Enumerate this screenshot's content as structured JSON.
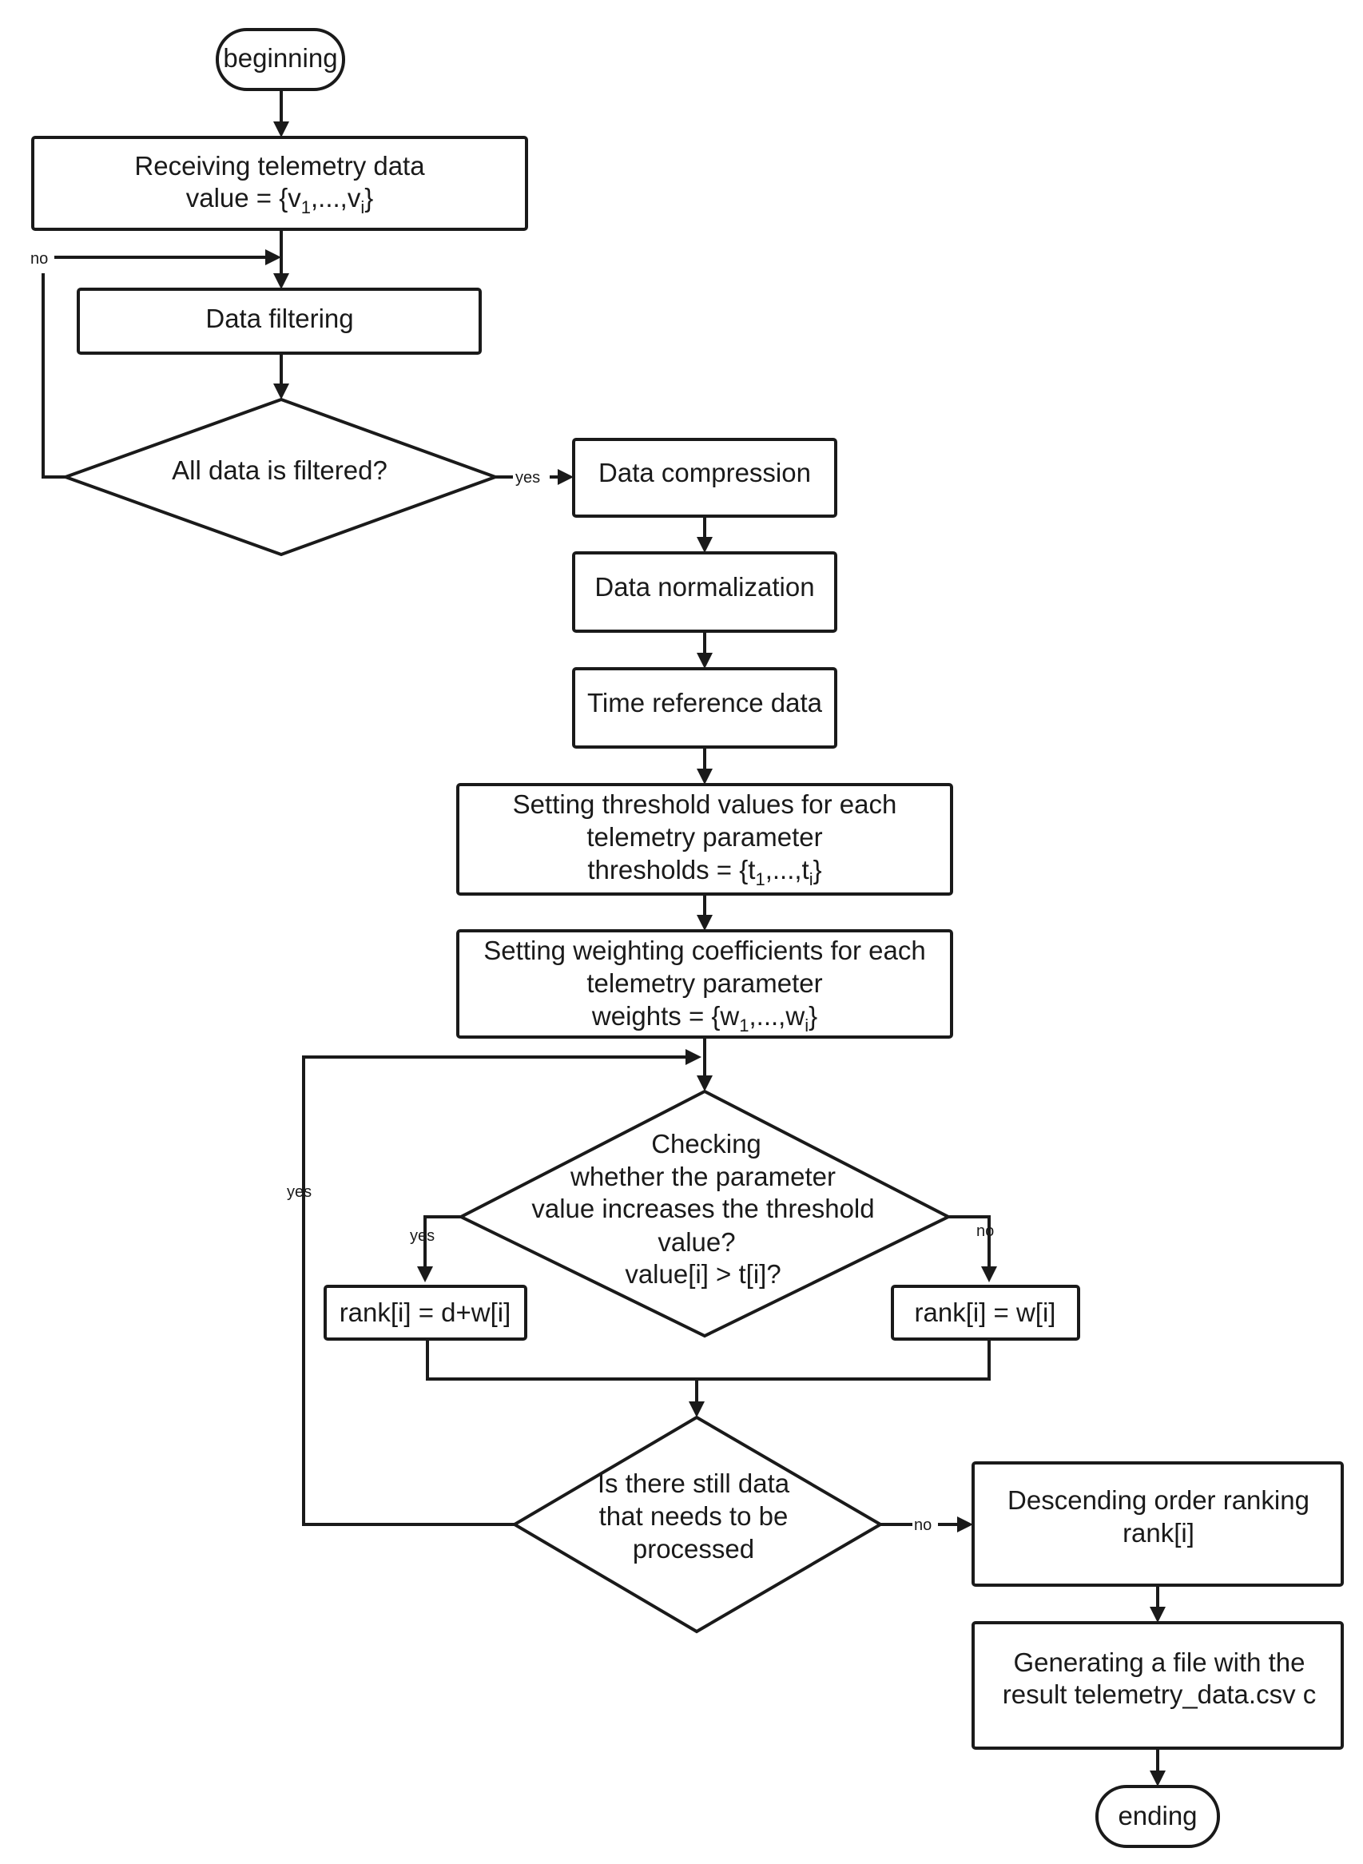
{
  "nodes": {
    "beginning": {
      "text": "beginning"
    },
    "receiving": {
      "line1": "Receiving telemetry data",
      "line2_prefix": "value = {v",
      "sub_a": "1",
      "mid": ",...,v",
      "sub_b": "i",
      "suffix": "}"
    },
    "filtering": {
      "text": "Data filtering"
    },
    "filtered_decision": {
      "text": "All data is filtered?"
    },
    "compression": {
      "text": "Data compression"
    },
    "normalization": {
      "text": "Data normalization"
    },
    "time_reference": {
      "text": "Time reference data"
    },
    "thresholds": {
      "line1": "Setting threshold values for each",
      "line2": "telemetry parameter",
      "line3_prefix": "thresholds = {t",
      "sub_a": "1",
      "mid": ",...,t",
      "sub_b": "i",
      "suffix": "}"
    },
    "weights": {
      "line1": "Setting weighting coefficients for each",
      "line2": "telemetry parameter",
      "line3_prefix": "weights = {w",
      "sub_a": "1",
      "mid": ",...,w",
      "sub_b": "i",
      "suffix": "}"
    },
    "check_decision": {
      "line1": "Checking",
      "line2": "whether the parameter",
      "line3": "value increases the threshold",
      "line4": "value?",
      "line5": "value[i] > t[i]?"
    },
    "rank_yes": {
      "text": "rank[i] = d+w[i]"
    },
    "rank_no": {
      "text": "rank[i] = w[i]"
    },
    "remaining_decision": {
      "line1": "Is there still data",
      "line2": "that needs to be",
      "line3": "processed"
    },
    "ranking": {
      "line1": "Descending order ranking",
      "line2": "rank[i]"
    },
    "file": {
      "line1": "Generating a file with the",
      "line2": "result telemetry_data.csv c"
    },
    "ending": {
      "text": "ending"
    }
  },
  "edge_labels": {
    "filter_no": "no",
    "filter_yes": "yes",
    "check_yes": "yes",
    "check_no": "no",
    "loop_yes": "yes",
    "remaining_no": "no"
  }
}
